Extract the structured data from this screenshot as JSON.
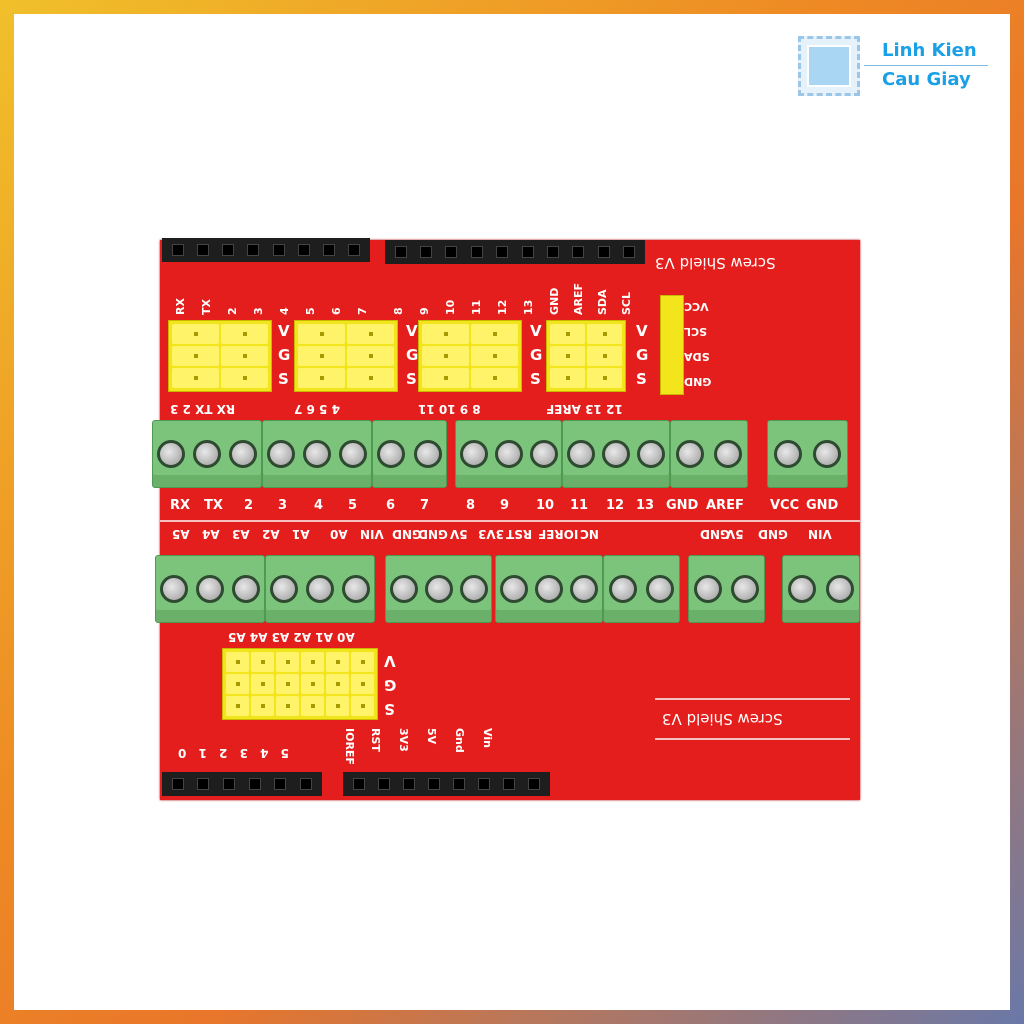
{
  "brand": {
    "line1": "Linh Kien",
    "line2": "Cau Giay",
    "accent": "#1aa0e6"
  },
  "board": {
    "title": "Screw Shield V3",
    "color": "#e41e1c",
    "top_header_labels": [
      "RX",
      "TX",
      "2",
      "3",
      "4",
      "5",
      "6",
      "7",
      "8",
      "9",
      "10",
      "11",
      "12",
      "13",
      "GND",
      "AREF",
      "SDA",
      "SCL"
    ],
    "i2c_labels": [
      "VCC",
      "SCL",
      "SDA",
      "GND"
    ],
    "svg_labels": [
      "V",
      "G",
      "S"
    ],
    "upper_jumper_labels": [
      "RX TX 2 3",
      "4 5 6 7",
      "8 9 10 11",
      "12 13 AREF"
    ],
    "upper_terminal_labels": [
      "RX",
      "TX",
      "2",
      "3",
      "4",
      "5",
      "6",
      "7",
      "8",
      "9",
      "10",
      "11",
      "12",
      "13",
      "GND",
      "AREF",
      "VCC",
      "GND"
    ],
    "lower_terminal_labels": [
      "A5",
      "A4",
      "A3",
      "A2",
      "A1",
      "A0",
      "VIN",
      "GND",
      "GND",
      "5V",
      "3V3",
      "RST",
      "IOREF",
      "NC",
      "GND",
      "5V",
      "GND",
      "VIN"
    ],
    "analog_jumper_label": "A0 A1 A2 A3 A4 A5",
    "bottom_header_left": "5 4 3 2 1 0",
    "bottom_header_right": [
      "Vin",
      "Gnd",
      "5V",
      "3V3",
      "RST",
      "IOREF"
    ]
  }
}
